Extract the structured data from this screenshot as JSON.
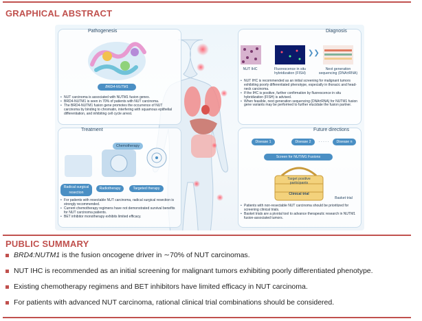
{
  "graphical_abstract": {
    "title": "GRAPHICAL ABSTRACT",
    "pathogenesis": {
      "heading": "Pathogenesis",
      "fusion_label": "BRD4-NUTM1",
      "bullets": [
        "NUT carcinoma is associated with NUTM1 fusion genes.",
        "BRD4-NUTM1 is seen in 70% of patients with NUT carcinoma.",
        "The BRD4-NUTM1 fusion gene promotes the occurrence of NUT carcinoma by binding to chromatin, interfering with squamous epithelial differentiation, and inhibiting cell cycle arrest."
      ]
    },
    "diagnosis": {
      "heading": "Diagnosis",
      "methods": [
        "NUT IHC",
        "Fluorescence in situ hybridization (FISH)",
        "Next generation sequencing (DNA±RNA)"
      ],
      "bullets": [
        "NUT IHC is recommended as an initial screening for malignant tumors exhibiting poorly differentiated phenotype, especially in thoracic and head-neck carcinoma.",
        "If the IHC is positive, further confirmation by fluorescence in situ hybridization (FISH) is advised.",
        "When feasible, next generation sequencing (DNA±RNA) for NUTM1 fusion gene variants may be performed to further elucidate the fusion partner."
      ]
    },
    "treatment": {
      "heading": "Treatment",
      "labels": [
        "Chemotherapy",
        "Radical surgical resection",
        "Radiotherapy",
        "Targeted therapy"
      ],
      "bullets": [
        "For patients with resectable NUT carcinoma, radical surgical resection is strongly recommended.",
        "Current chemotherapy regimens have not demonstrated survival benefits for NUT carcinoma patients.",
        "BET inhibitor monotherapy exhibits limited efficacy."
      ]
    },
    "future": {
      "heading": "Future directions",
      "diseases": [
        "Disease 1",
        "Disease 2",
        "Disease n"
      ],
      "ellipsis": "· · · · ·",
      "screen_label": "Screen for NUT/M1 Fusions",
      "target_label": "Target positive participants",
      "clinical_trial": "Clinical trial",
      "basket_trial": "Basket trial",
      "bullets": [
        "Patients with non-resectable NUT carcinoma should be prioritized for screening clinical trials.",
        "Basket trials are a pivotal tool to advance therapeutic research in NUTM1 fusion-associated tumors."
      ]
    }
  },
  "public_summary": {
    "title": "PUBLIC SUMMARY",
    "items": [
      {
        "lead": "BRD4:NUTM1",
        "text": " is the fusion oncogene driver in ∼70% of NUT carcinomas."
      },
      {
        "lead": "",
        "text": "NUT IHC is recommended as an initial screening for malignant tumors exhibiting poorly differentiated phenotype."
      },
      {
        "lead": "",
        "text": "Existing chemotherapy regimens and BET inhibitors have limited efficacy in NUT carcinoma."
      },
      {
        "lead": "",
        "text": "For patients with advanced NUT carcinoma, rational clinical trial combinations should be considered."
      }
    ]
  },
  "colors": {
    "accent": "#c0504d",
    "panel_blue": "#4a8fc4"
  }
}
